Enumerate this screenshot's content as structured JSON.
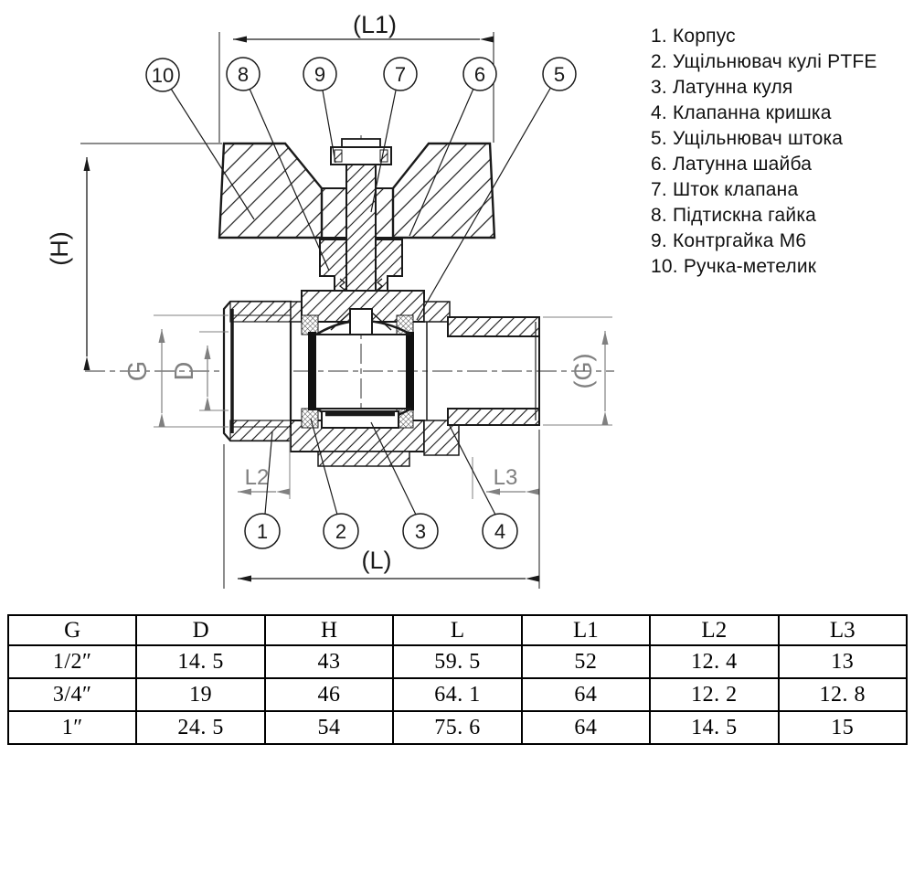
{
  "drawing": {
    "title_semantic": "ball-valve-cross-section",
    "dim_labels": {
      "l1": "(L1)",
      "h": "(H)",
      "g_left": "G",
      "d": "D",
      "g_right": "(G)",
      "l2": "L2",
      "l3": "L3",
      "l": "(L)"
    },
    "callouts_top": [
      "10",
      "8",
      "9",
      "7",
      "6",
      "5"
    ],
    "callouts_bottom": [
      "1",
      "2",
      "3",
      "4"
    ],
    "colors": {
      "line": "#1a1a1a",
      "dim_gray": "#808080",
      "background": "#ffffff"
    }
  },
  "parts_list": {
    "items": [
      "1. Корпус",
      "2. Ущільнювач кулі PTFE",
      "3. Латунна куля",
      "4. Клапанна кришка",
      "5. Ущільнювач штока",
      "6. Латунна шайба",
      "7. Шток клапана",
      "8. Підтискна гайка",
      "9. Контргайка М6",
      "10. Ручка-метелик"
    ]
  },
  "table": {
    "headers": [
      "G",
      "D",
      "H",
      "L",
      "L1",
      "L2",
      "L3"
    ],
    "rows": [
      [
        "1/2″",
        "14. 5",
        "43",
        "59. 5",
        "52",
        "12. 4",
        "13"
      ],
      [
        "3/4″",
        "19",
        "46",
        "64. 1",
        "64",
        "12. 2",
        "12. 8"
      ],
      [
        "1″",
        "24. 5",
        "54",
        "75. 6",
        "64",
        "14. 5",
        "15"
      ]
    ]
  }
}
